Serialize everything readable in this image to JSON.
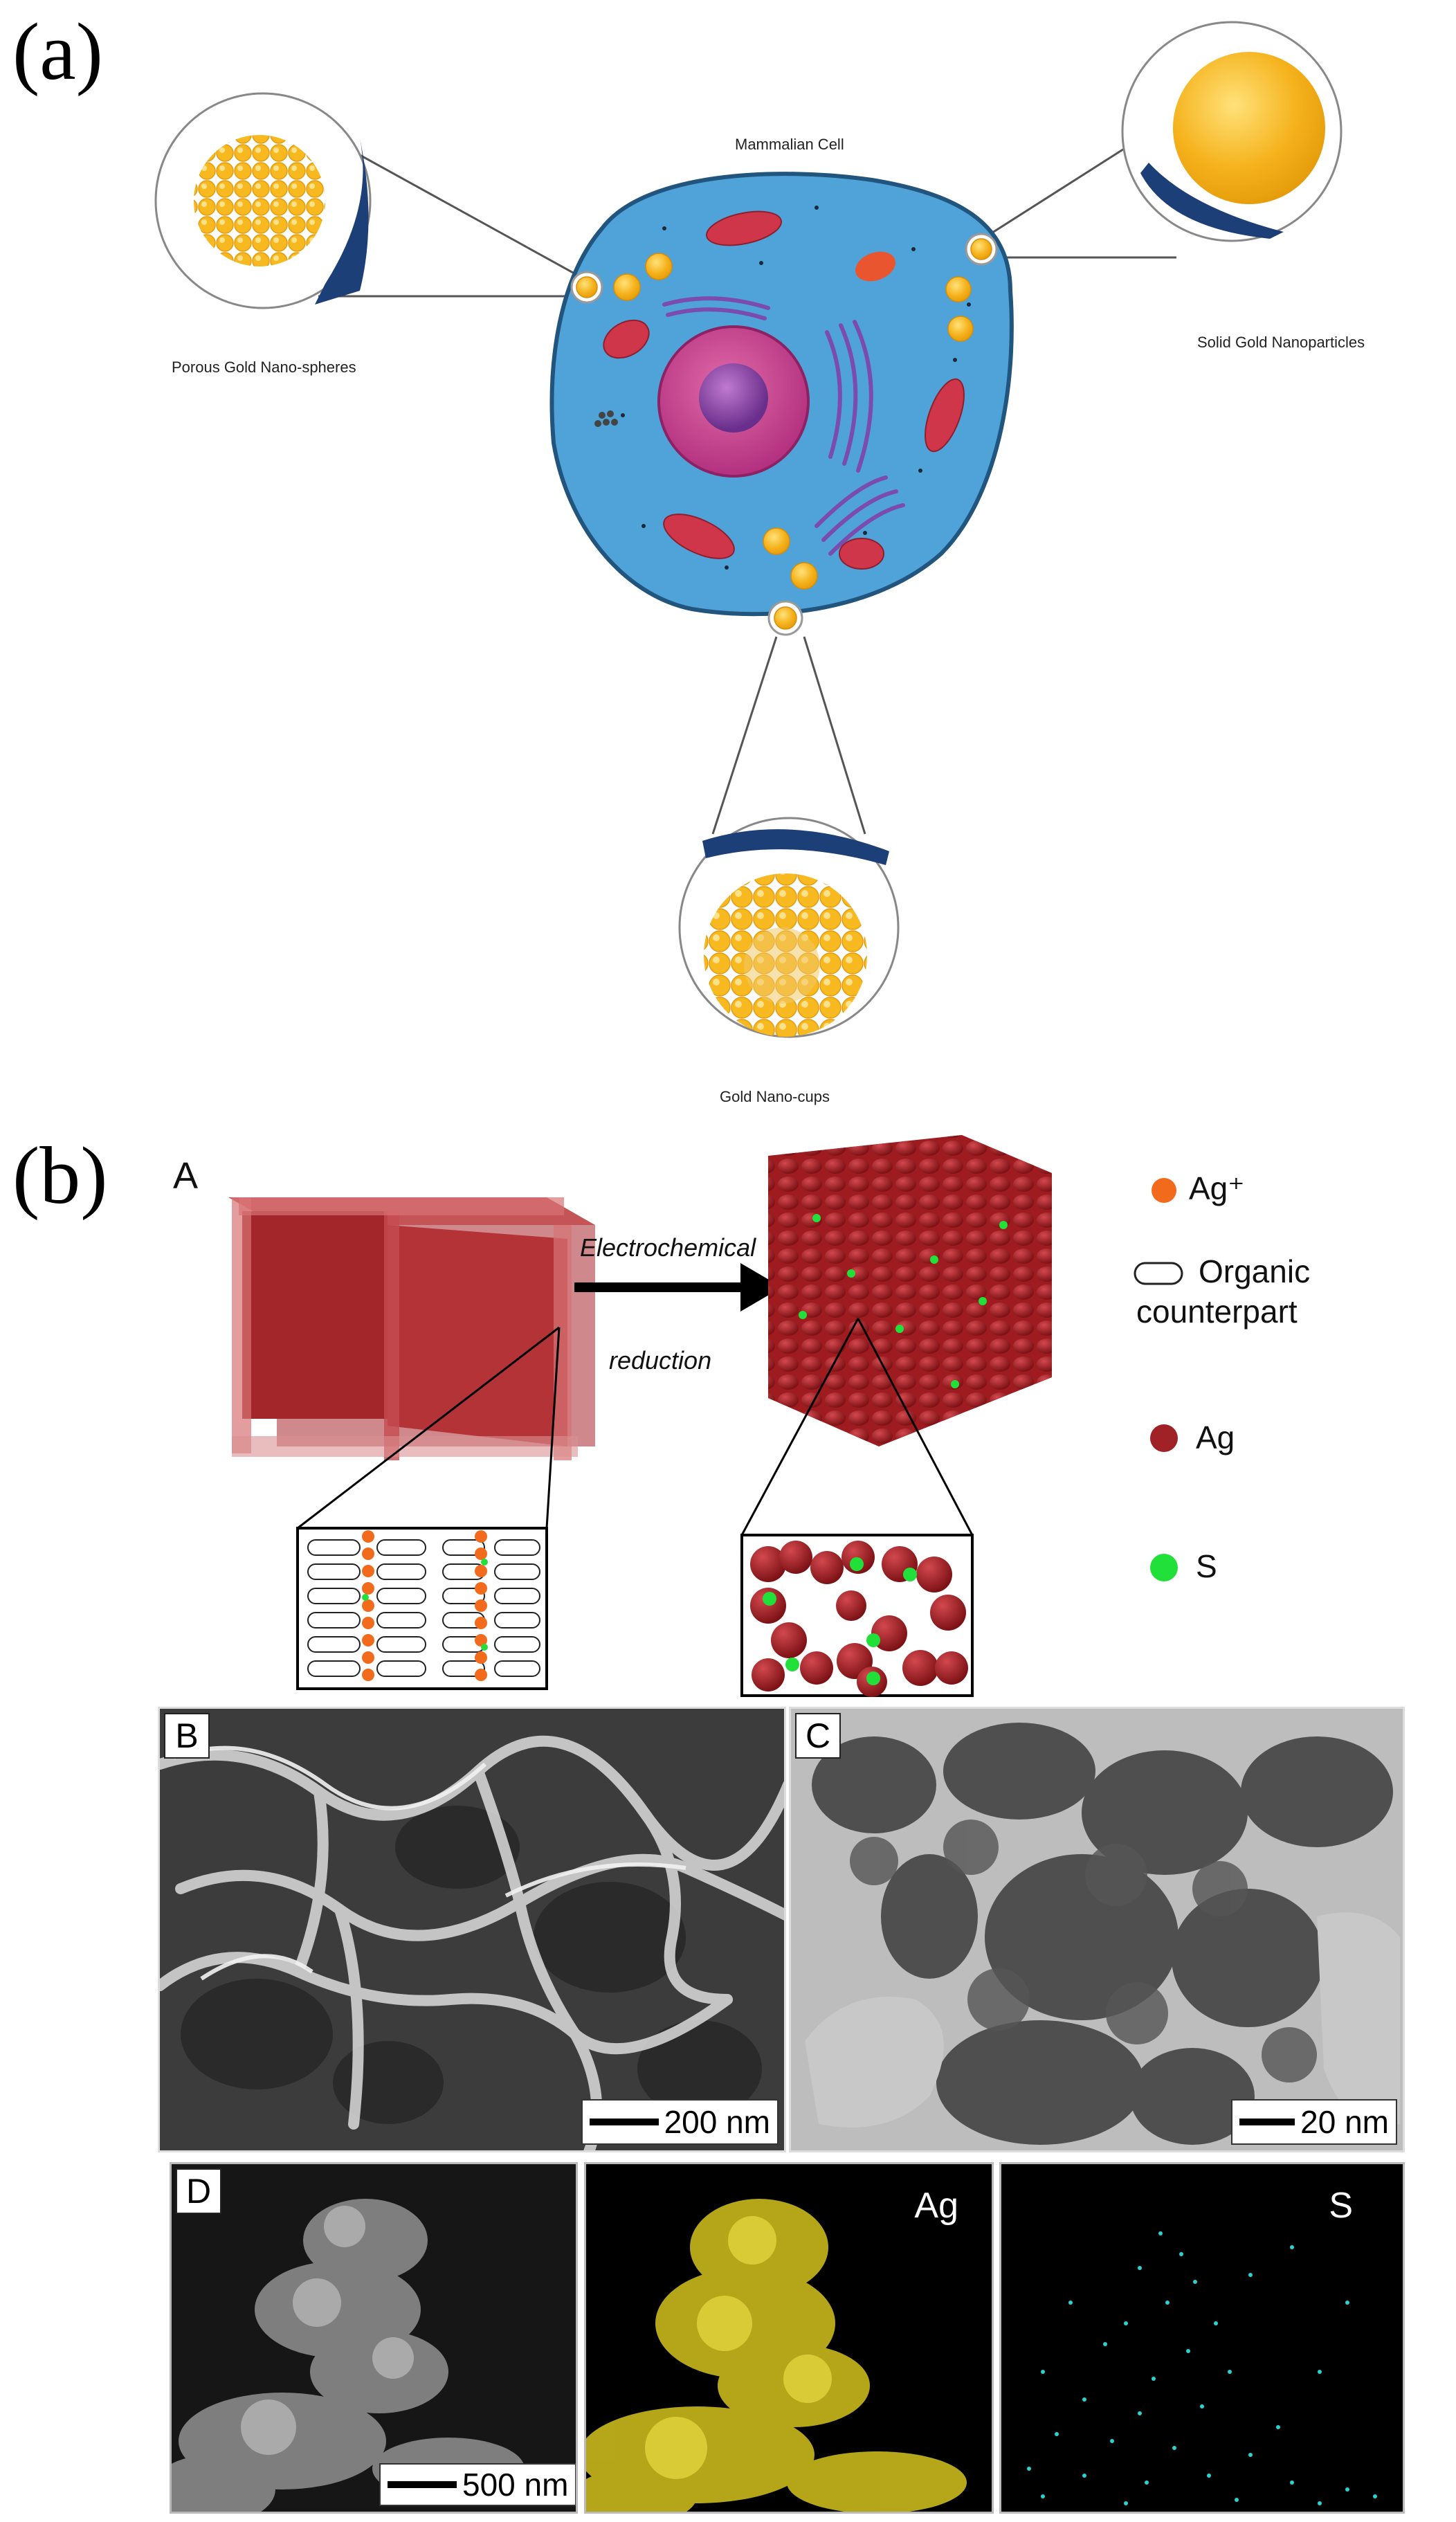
{
  "panel_a": {
    "label": "(a)",
    "cell_label": "Mammalian Cell",
    "porous_label": "Porous Gold Nano-spheres",
    "solid_label": "Solid Gold Nanoparticles",
    "cups_label": "Gold Nano-cups"
  },
  "panel_b": {
    "label": "(b)",
    "sub_a": "A",
    "arrow_top": "Electrochemical",
    "arrow_bottom": "reduction",
    "legend": {
      "ag_plus": "Ag⁺",
      "organic_line1": "Organic",
      "organic_line2": "counterpart",
      "ag": "Ag",
      "s": "S"
    },
    "sub_b": "B",
    "sub_c": "C",
    "sub_d": "D",
    "scale_b": "200 nm",
    "scale_c": "20 nm",
    "scale_d": "500 nm",
    "map_ag": "Ag",
    "map_s": "S"
  },
  "colors": {
    "cell_body": "#4fa3d9",
    "gold": "#f3b31a",
    "ag_plus": "#f26a1b",
    "ag": "#a02227",
    "sulfur": "#22e03a",
    "ag_map": "#d6c51d",
    "s_map": "#2bd0d0"
  }
}
